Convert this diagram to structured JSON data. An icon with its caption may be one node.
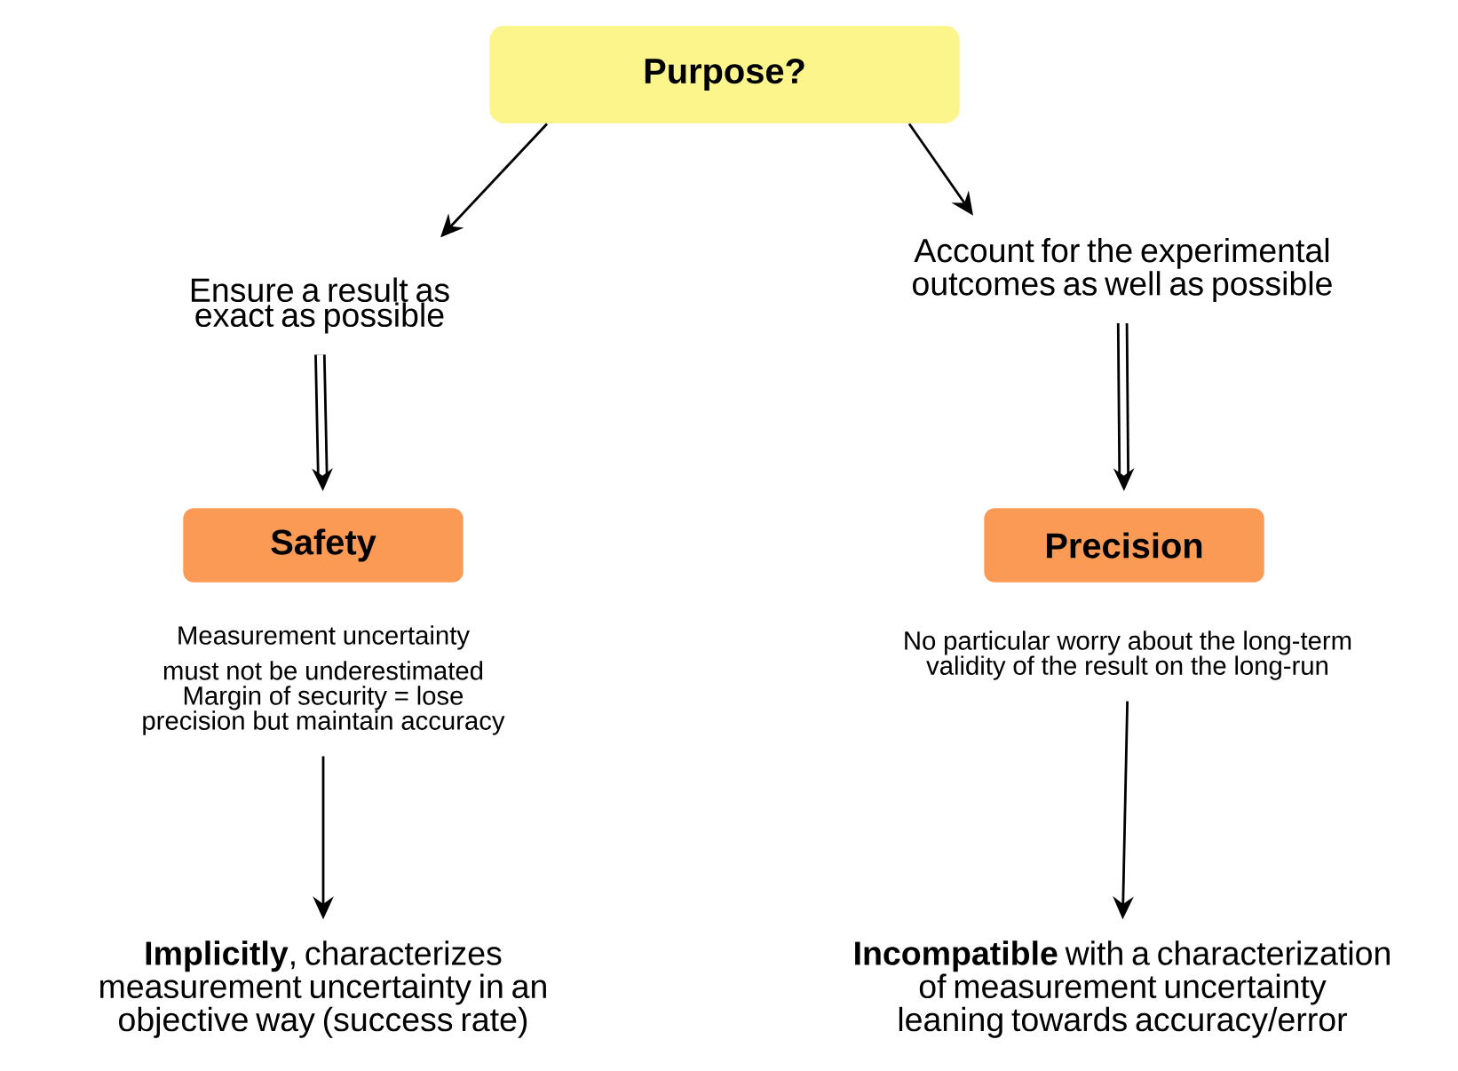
{
  "diagram": {
    "nodes": [
      {
        "text": [
          "Purpose?"
        ]
      },
      {
        "text": [
          "Ensure a result as exact as possible"
        ]
      },
      {
        "text": [
          "Account for the experimental outcomes as well as possible"
        ]
      },
      {
        "text": [
          "Safety"
        ],
        "beside": [
          "Measurement uncertainty must not be underestimated",
          "Margin of security = lose precision but maintain accuracy"
        ]
      },
      {
        "text": [
          "Precision"
        ],
        "beside": [
          "No particular worry about the long-term validity of the result on the long-run"
        ]
      },
      {
        "text": [
          "**Implicitly**, characterizes measurement uncertainty in an objective way (success rate)"
        ]
      },
      {
        "text": [
          "**Incompatible** with a characterization of measurement uncertainty leaning towards accuracy/error"
        ]
      }
    ],
    "edges": [
      {
        "from": 0,
        "to": 1,
        "arrow": "to"
      },
      {
        "from": 0,
        "to": 2,
        "arrow": "to"
      },
      {
        "from": 1,
        "to": 3,
        "arrow": "to",
        "style": "thick"
      },
      {
        "from": 2,
        "to": 4,
        "arrow": "to",
        "style": "thick"
      },
      {
        "from": 3,
        "to": 5,
        "arrow": "to"
      },
      {
        "from": 4,
        "to": 6,
        "arrow": "to"
      }
    ]
  }
}
